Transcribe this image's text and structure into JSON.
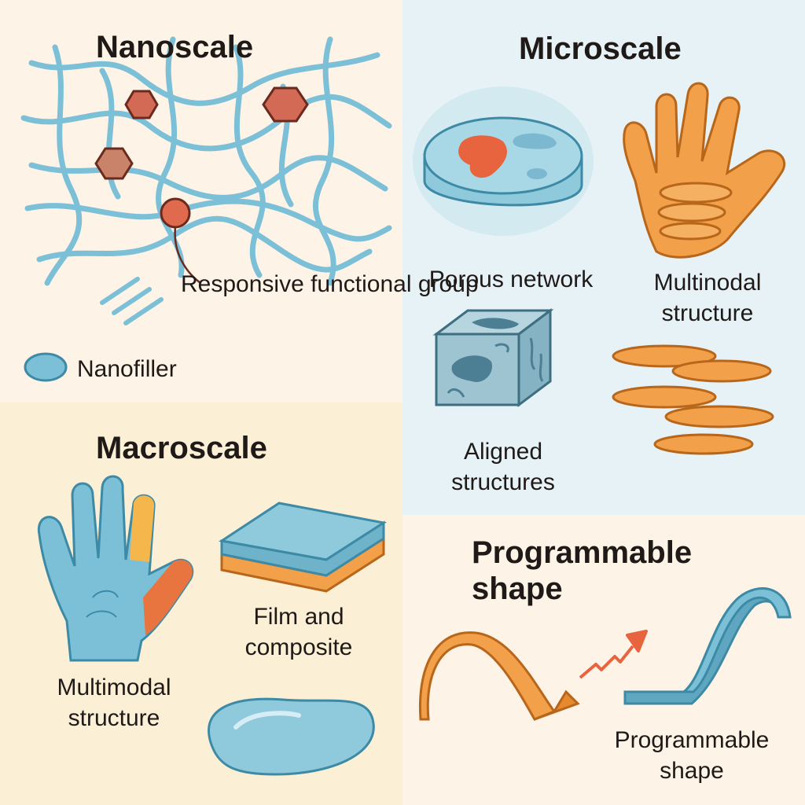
{
  "nanoscale": {
    "title": "Nanoscale",
    "responsive_label": "Responsive functional group",
    "nanofiller_label": "Nanofiller"
  },
  "microscale": {
    "title": "Microscale",
    "porous_label": "Porous network",
    "multinodal_label": "Multinodal structure",
    "aligned_label": "Aligned structures"
  },
  "macroscale": {
    "title": "Macroscale",
    "multimodal_label": "Multimodal structure",
    "film_label": "Film and composite"
  },
  "programmable": {
    "title": "Programmable shape",
    "shape_label": "Programmable shape"
  },
  "colors": {
    "blue": "#7cc0d8",
    "blue_dark": "#3d8aa6",
    "orange": "#f2a04a",
    "red": "#e8643f",
    "hexagon": "#d36a55"
  }
}
